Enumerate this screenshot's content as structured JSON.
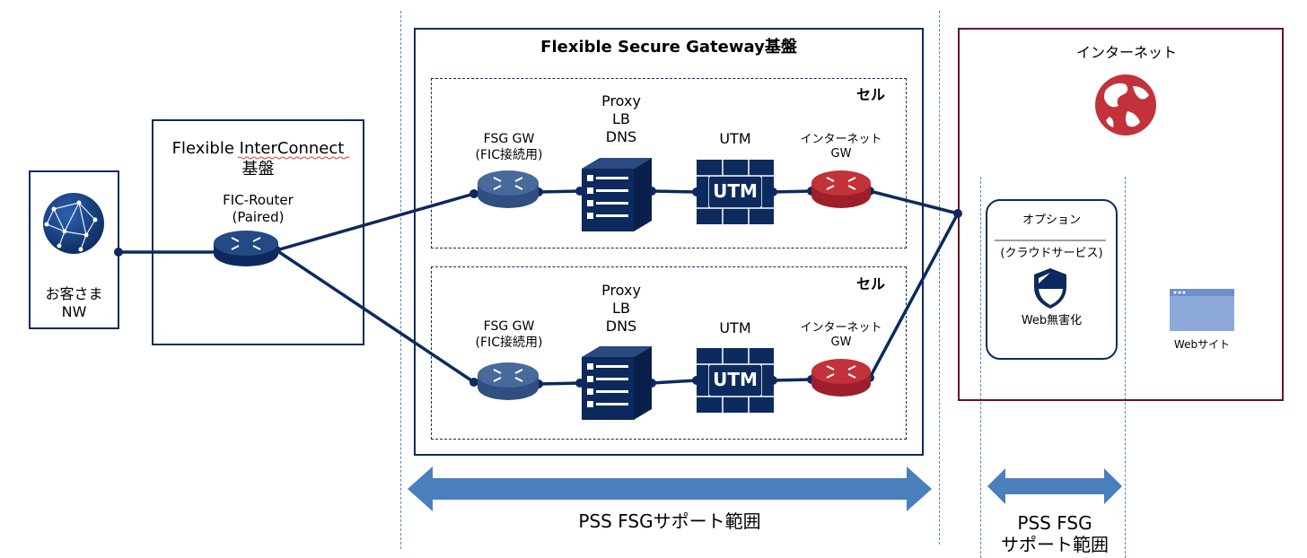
{
  "fic": {
    "title_line1": "Flexible InterConnect",
    "title_line2": "基盤",
    "router_line1": "FIC-Router",
    "router_line2": "(Paired)"
  },
  "customer": {
    "line1": "お客さま",
    "line2": "NW"
  },
  "fsg": {
    "title": "Flexible Secure Gateway基盤"
  },
  "cells": [
    {
      "label": "セル",
      "fsg_gw_line1": "FSG GW",
      "fsg_gw_line2": "(FIC接続用)",
      "proxy_line1": "Proxy",
      "proxy_line2": "LB",
      "proxy_line3": "DNS",
      "utm_label": "UTM",
      "utm_box_text": "UTM",
      "inet_gw_line1": "インターネット",
      "inet_gw_line2": "GW"
    },
    {
      "label": "セル",
      "fsg_gw_line1": "FSG GW",
      "fsg_gw_line2": "(FIC接続用)",
      "proxy_line1": "Proxy",
      "proxy_line2": "LB",
      "proxy_line3": "DNS",
      "utm_label": "UTM",
      "utm_box_text": "UTM",
      "inet_gw_line1": "インターネット",
      "inet_gw_line2": "GW"
    }
  ],
  "internet": {
    "title": "インターネット",
    "option_title": "オプション",
    "option_sub": "(クラウドサービス)",
    "option_item": "Web無害化",
    "website_label": "Webサイト"
  },
  "support": {
    "main_label": "PSS FSGサポート範囲",
    "small_line1": "PSS FSG",
    "small_line2": "サポート範囲"
  },
  "colors": {
    "navy": "#0d2a5e",
    "router_blue": "#3d5f92",
    "router_red": "#c2323a",
    "internet_border": "#6b0f24",
    "arrow_blue": "#4a7fbd",
    "dash_blue": "#5b84c0"
  }
}
